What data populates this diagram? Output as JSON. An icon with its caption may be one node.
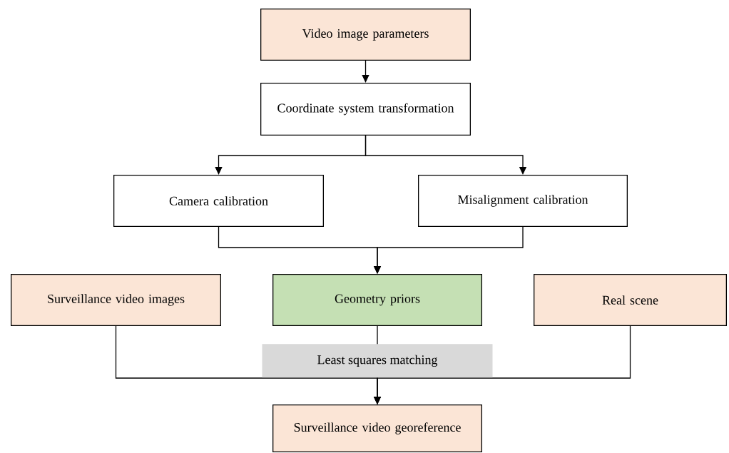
{
  "diagram": {
    "nodes": [
      {
        "text": [
          "Video image parameters"
        ]
      },
      {
        "text": [
          "Coordinate system transformation"
        ]
      },
      {
        "text": [
          "Camera calibration"
        ]
      },
      {
        "text": [
          "Misalignment calibration"
        ]
      },
      {
        "text": [
          "Surveillance video images"
        ]
      },
      {
        "text": [
          "Geometry priors"
        ]
      },
      {
        "text": [
          "Real scene"
        ]
      },
      {
        "text": [
          "Surveillance video georeference"
        ]
      }
    ],
    "edges": [
      {
        "from": 0,
        "to": 1,
        "arrow": "to"
      },
      {
        "from": 1,
        "to": 2,
        "arrow": "to"
      },
      {
        "from": 1,
        "to": 3,
        "arrow": "to"
      },
      {
        "from": 2,
        "to": 5,
        "arrow": "to"
      },
      {
        "from": 3,
        "to": 5,
        "arrow": "to"
      },
      {
        "from": 4,
        "to": 7,
        "arrow": "to"
      },
      {
        "from": 5,
        "to": 7,
        "arrow": "to",
        "label": "Least squares matching"
      },
      {
        "from": 6,
        "to": 7,
        "arrow": "to"
      }
    ]
  }
}
